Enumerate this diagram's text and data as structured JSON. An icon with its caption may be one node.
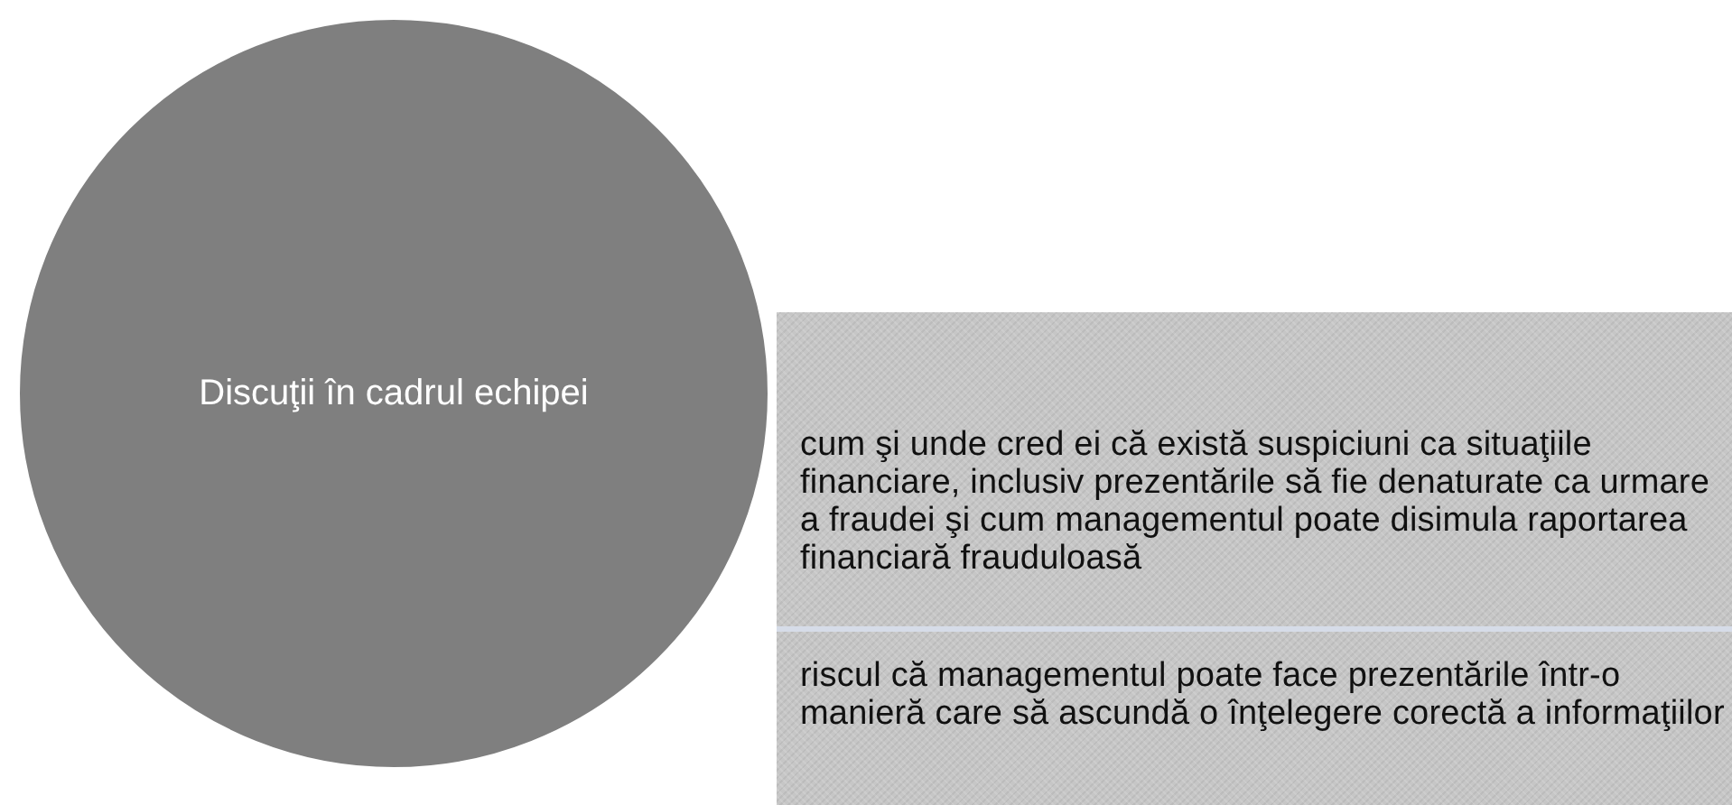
{
  "diagram": {
    "nodes": [
      {
        "text": [
          "Discuţii în cadrul echipei"
        ]
      },
      {
        "text": [
          "cum şi unde cred ei că există suspiciuni ca situaţiile financiare, inclusiv prezentările să fie denaturate ca urmare a fraudei şi cum managementul poate disimula raportarea financiară frauduloasă"
        ]
      },
      {
        "text": [
          "riscul că managementul poate face prezentările într-o manieră care să ascundă o înţelegere corectă a informaţiilor"
        ]
      }
    ]
  }
}
